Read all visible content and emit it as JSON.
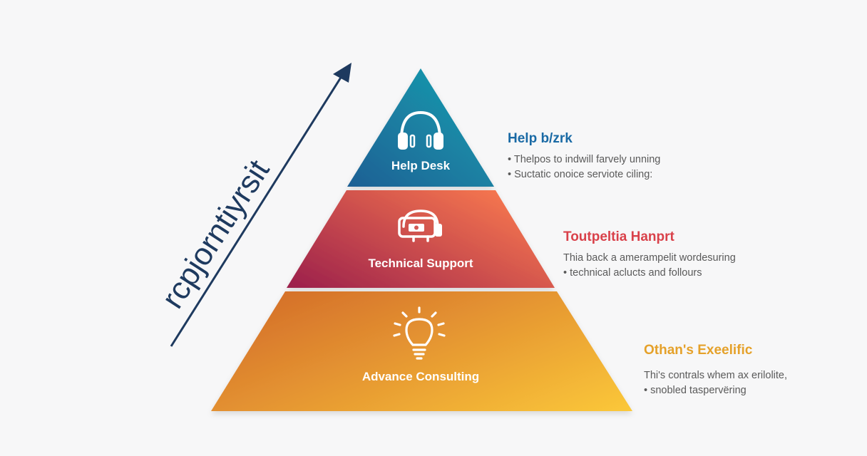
{
  "axis": {
    "label": "rcpjorntiyrsit",
    "color": "#1e3a5f"
  },
  "tiers": [
    {
      "label": "Help Desk",
      "icon": "headphones-icon",
      "gradient": [
        "#1f5f94",
        "#16a2b1"
      ]
    },
    {
      "label": "Technical Support",
      "icon": "support-device-icon",
      "gradient": [
        "#9b1f4c",
        "#f5764f"
      ]
    },
    {
      "label": "Advance Consulting",
      "icon": "lightbulb-icon",
      "gradient": [
        "#d6732b",
        "#fbc83a"
      ]
    }
  ],
  "descriptions": [
    {
      "title": "Help b/zrk",
      "title_color": "#1a6aa5",
      "lines": [
        "• Thelpos to indwill farvely unning",
        "• Suctatic onoice serviote ciling:"
      ]
    },
    {
      "title": "Toutpeltia Hanprt",
      "title_color": "#d9414a",
      "lines": [
        "Thia back a amerampelit wordesuring",
        "• technical aclucts and follours"
      ]
    },
    {
      "title": "Othan's Exeelific",
      "title_color": "#e5a12a",
      "lines": [
        "Thi's contrals whem ax erilolite,",
        "• snobled taspervëring"
      ]
    }
  ]
}
